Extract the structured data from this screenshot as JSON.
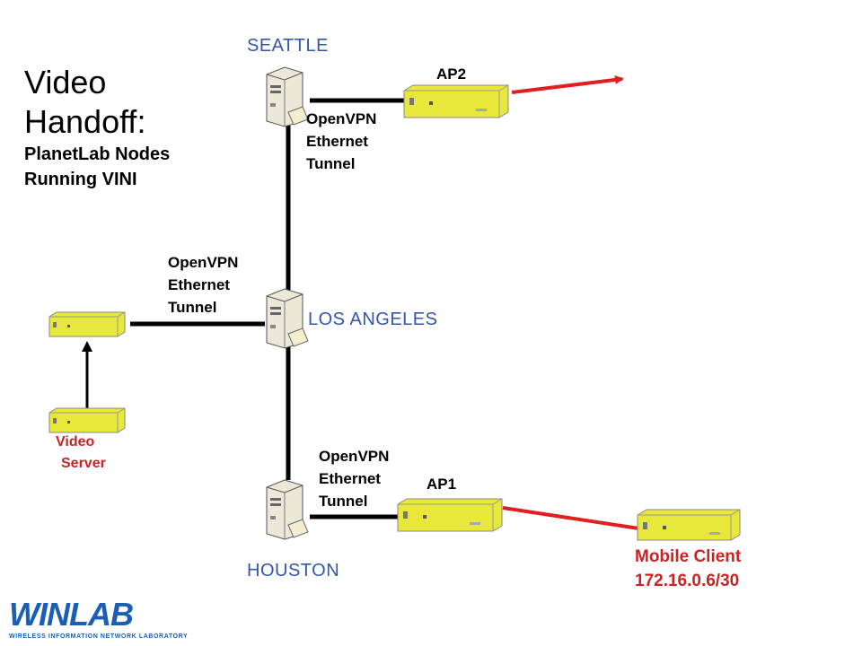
{
  "title": {
    "line1": "Video",
    "line2": "Handoff:",
    "line3": "PlanetLab Nodes",
    "line4": "Running VINI"
  },
  "cities": {
    "seattle": "SEATTLE",
    "los_angeles": "LOS ANGELES",
    "houston": "HOUSTON"
  },
  "tunnels": {
    "seattle": [
      "OpenVPN",
      "Ethernet",
      "Tunnel"
    ],
    "left": [
      "OpenVPN",
      "Ethernet",
      "Tunnel"
    ],
    "houston": [
      "OpenVPN",
      "Ethernet",
      "Tunnel"
    ]
  },
  "access_points": {
    "ap2": "AP2",
    "ap1": "AP1"
  },
  "video_server": {
    "line1": "Video",
    "line2": "Server"
  },
  "mobile_client": {
    "name": "Mobile Client",
    "ip": "172.16.0.6/30"
  },
  "logo": {
    "word": "WINLAB",
    "subtitle": "WIRELESS INFORMATION NETWORK LABORATORY"
  },
  "colors": {
    "link": "#000000",
    "wireless": "#e02020",
    "device": "#e8e83a",
    "city": "#3355aa",
    "accent_red": "#cc2222",
    "logo": "#1a5fb4"
  },
  "icons": [
    "server-icon",
    "router-box-icon",
    "arrow-icon"
  ]
}
